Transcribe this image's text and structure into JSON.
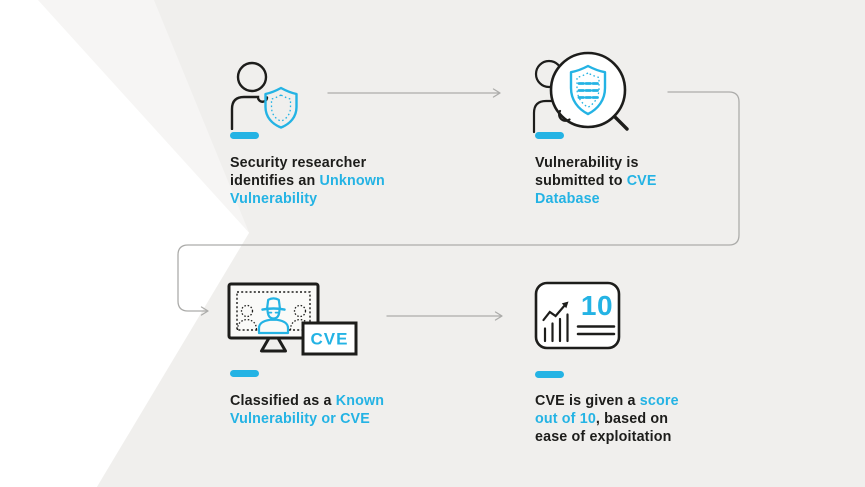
{
  "colors": {
    "accent": "#24B3E4",
    "ink": "#1D1D1B",
    "arrow_gray": "#ACACAA",
    "background_gray": "#F0EFED"
  },
  "steps": [
    {
      "name": "identify",
      "icon": "researcher-shield-icon",
      "segments": [
        {
          "text": "Security researcher identifies an ",
          "accent": false
        },
        {
          "text": "Unknown Vulnerability",
          "accent": true
        }
      ]
    },
    {
      "name": "submit",
      "icon": "magnifier-shield-icon",
      "segments": [
        {
          "text": "Vulnerability is submitted to ",
          "accent": false
        },
        {
          "text": "CVE Database",
          "accent": true
        }
      ]
    },
    {
      "name": "classify",
      "icon": "monitor-hacker-icon",
      "badge_label": "CVE",
      "segments": [
        {
          "text": "Classified as a ",
          "accent": false
        },
        {
          "text": "Known Vulnerability or CVE",
          "accent": true
        }
      ]
    },
    {
      "name": "score",
      "icon": "score-card-icon",
      "score_value": "10",
      "segments": [
        {
          "text": "CVE is given a ",
          "accent": false
        },
        {
          "text": "score out of 10",
          "accent": true
        },
        {
          "text": ", based on ease of exploitation",
          "accent": false
        }
      ]
    }
  ]
}
